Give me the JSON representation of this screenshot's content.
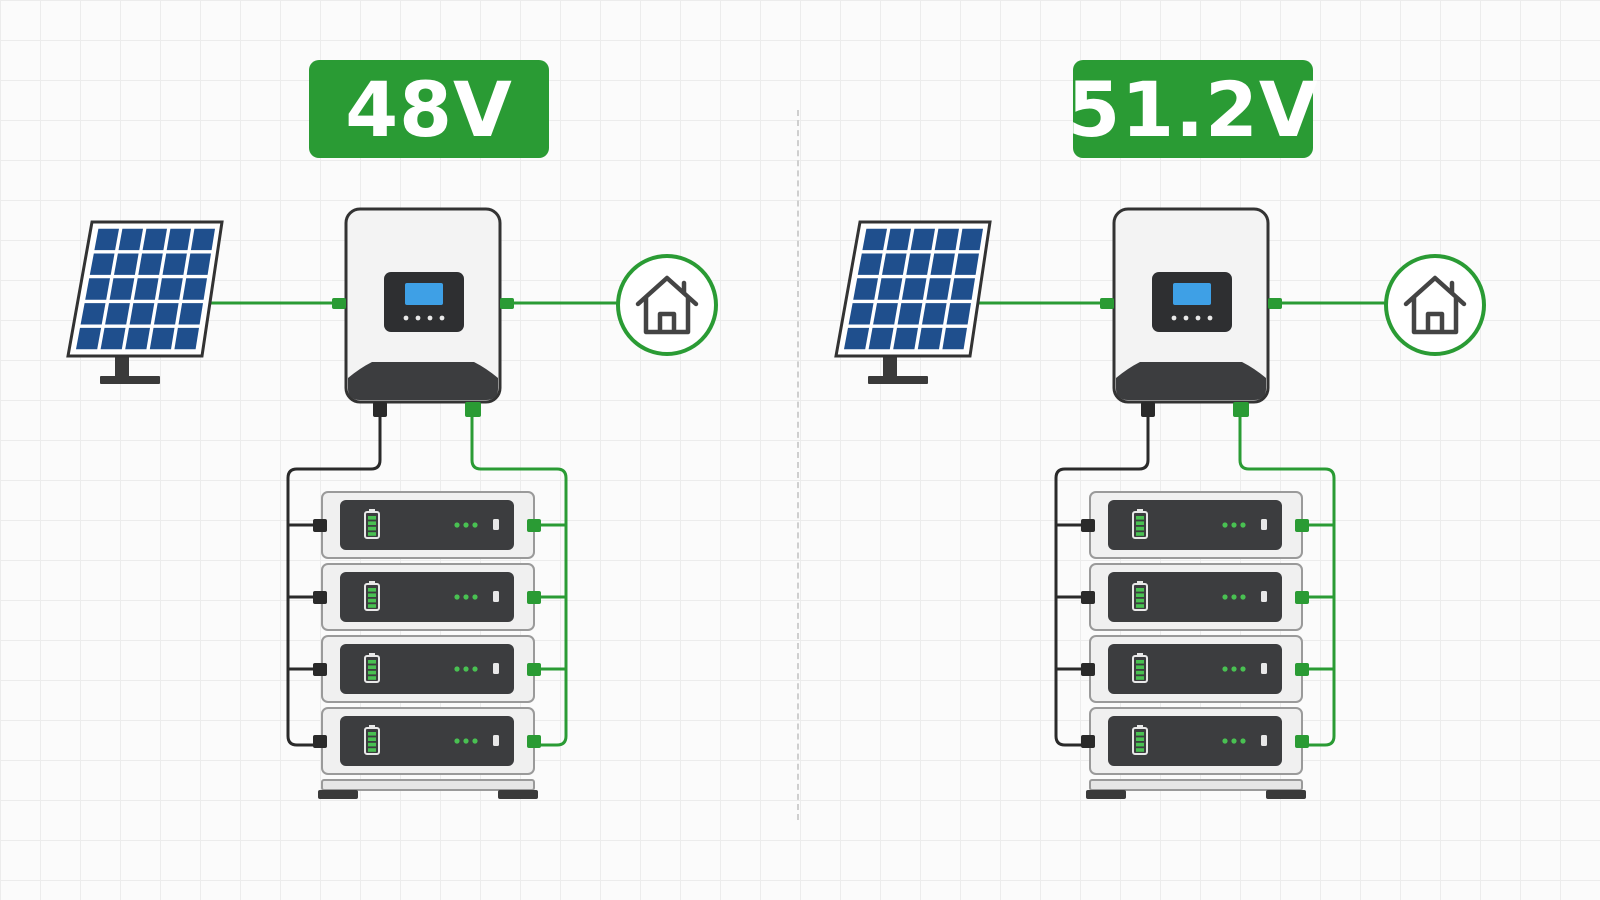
{
  "comparison": {
    "left": {
      "voltage_label": "48V",
      "battery_modules": 4
    },
    "right": {
      "voltage_label": "51.2V",
      "battery_modules": 4
    }
  },
  "icons": {
    "panel": "solar-panel-icon",
    "inverter": "inverter-icon",
    "home": "home-icon",
    "battery": "battery-module-icon"
  },
  "colors": {
    "accent_green": "#2a9b34",
    "cable_black": "#2a2a2a",
    "module_dark": "#3c3d3f",
    "screen_blue": "#3ea0e6",
    "solar_cell": "#1f4f8d"
  }
}
